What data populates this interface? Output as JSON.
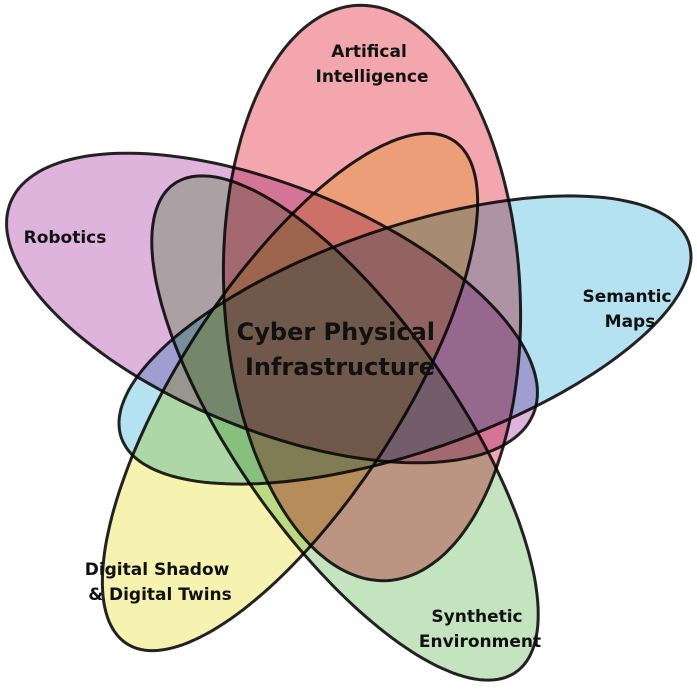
{
  "title": [
    "Cyber Physical",
    "Infrastructure"
  ],
  "sets": [
    {
      "id": "ai",
      "label": [
        "Artifical",
        "Intelligence"
      ],
      "color": "#f4a6ae"
    },
    {
      "id": "robotics",
      "label": [
        "Robotics"
      ],
      "color": "#dfb4dc"
    },
    {
      "id": "semantic",
      "label": [
        "Semantic",
        "Maps"
      ],
      "color": "#b5e2f1"
    },
    {
      "id": "shadow",
      "label": [
        "Digital Shadow",
        "& Digital Twins"
      ],
      "color": "#f6f3b0"
    },
    {
      "id": "synthetic",
      "label": [
        "Synthetic",
        "Environment"
      ],
      "color": "#c4e4bf"
    }
  ]
}
